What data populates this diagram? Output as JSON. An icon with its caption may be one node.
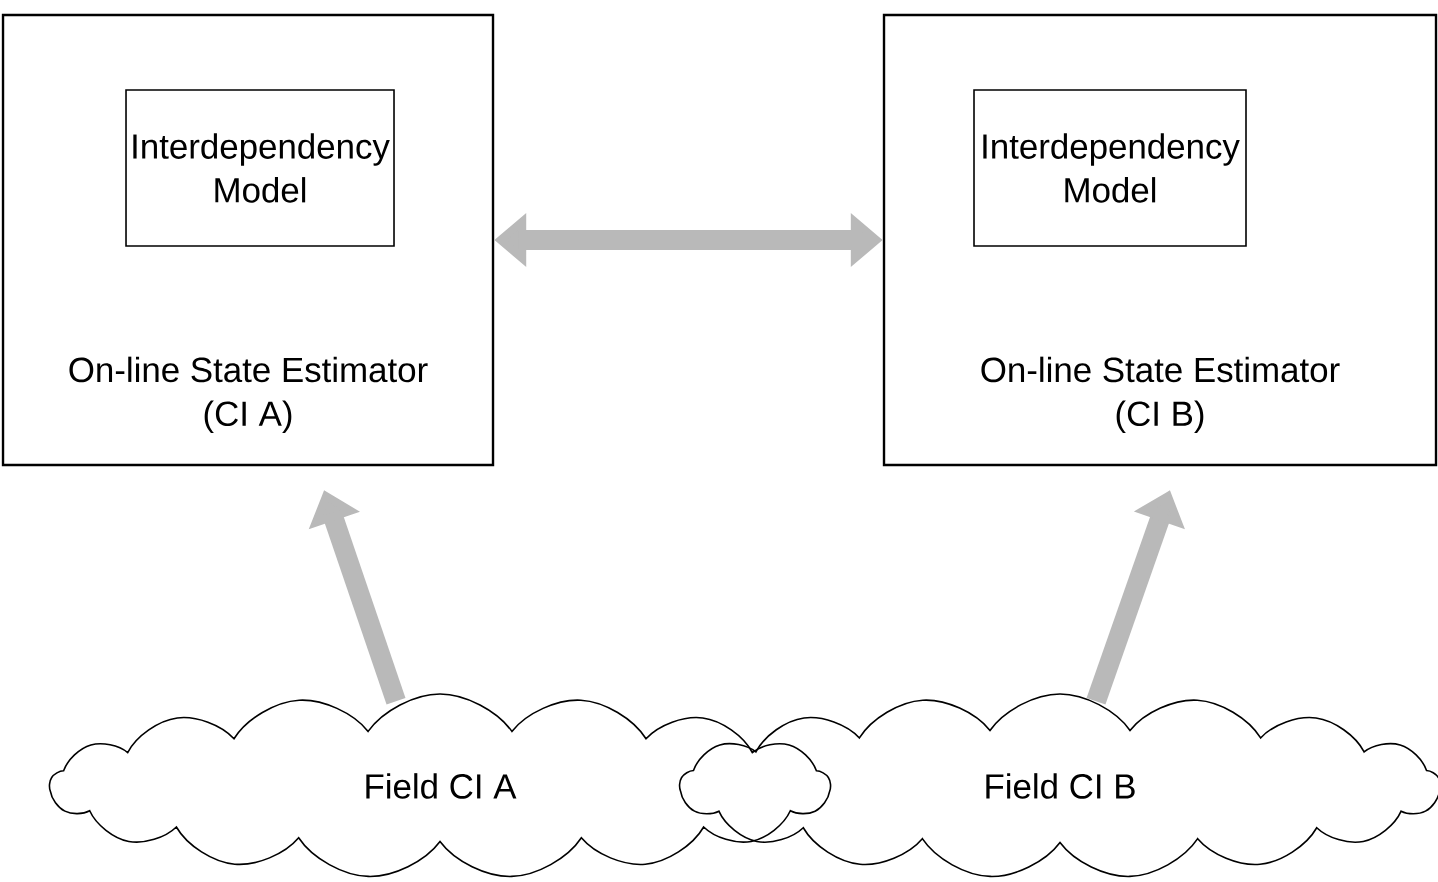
{
  "diagram": {
    "nodes": [
      {
        "text": [
          "On-line State Estimator (CI A)"
        ]
      },
      {
        "text": [
          "Interdependency Model"
        ],
        "in": 0
      },
      {
        "text": [
          "On-line State Estimator (CI B)"
        ]
      },
      {
        "text": [
          "Interdependency Model"
        ],
        "in": 2
      },
      {
        "text": [
          "Field CI A"
        ]
      },
      {
        "text": [
          "Field CI B"
        ]
      }
    ],
    "edges": [
      {
        "from": 0,
        "to": 2,
        "arrow": "both"
      },
      {
        "from": 4,
        "to": 0,
        "arrow": "to"
      },
      {
        "from": 5,
        "to": 2,
        "arrow": "to"
      }
    ]
  }
}
